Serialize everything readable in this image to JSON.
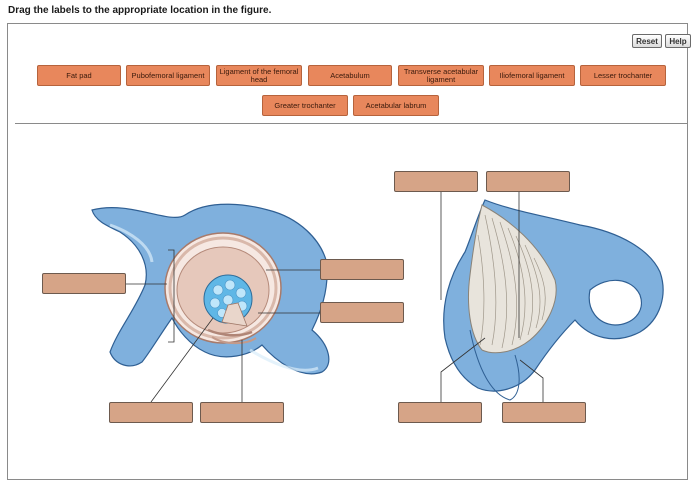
{
  "instruction": "Drag the labels to the appropriate location in the figure.",
  "controls": {
    "reset_label": "Reset",
    "help_label": "Help"
  },
  "labels": [
    "Fat pad",
    "Pubofemoral ligament",
    "Ligament of the femoral head",
    "Acetabulum",
    "Transverse acetabular ligament",
    "Iliofemoral ligament",
    "Lesser trochanter",
    "Greater trochanter",
    "Acetabular labrum"
  ],
  "colors": {
    "chip": "#e8875c",
    "drop_target": "#d6a487",
    "bone": "#7aa9d8",
    "cartilage": "#e9cfc2"
  }
}
